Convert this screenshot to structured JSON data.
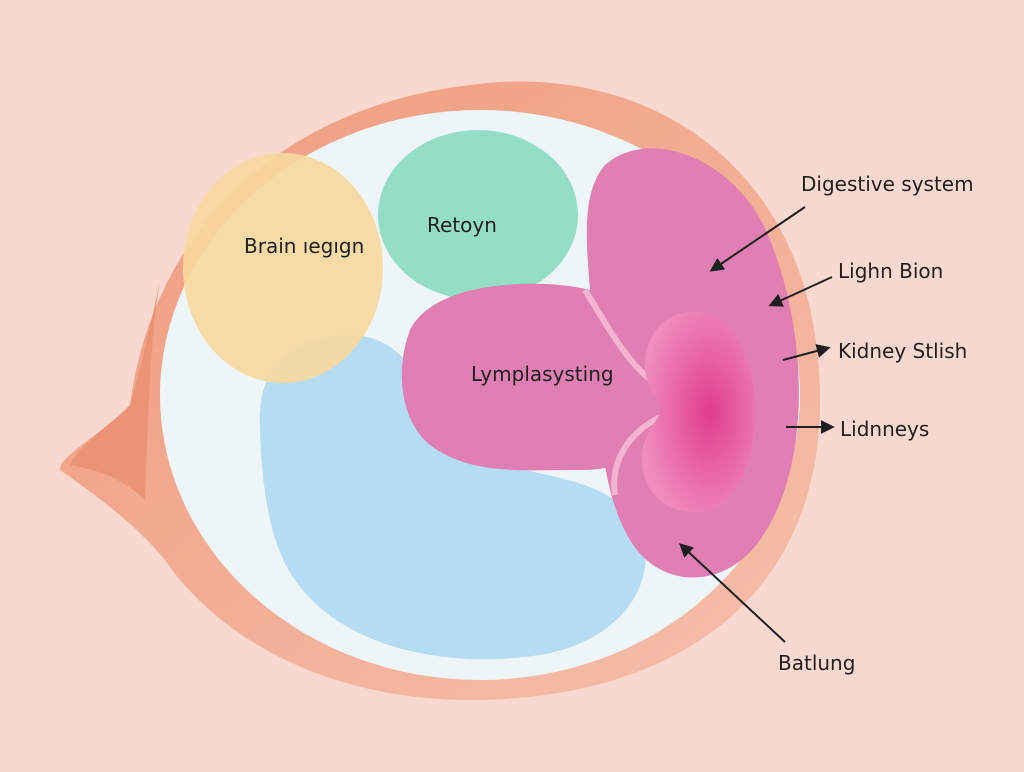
{
  "diagram": {
    "region_labels": {
      "brain": "Brain ıegıgn",
      "retoyn": "Retoyn",
      "lymph": "Lymplasysting"
    },
    "callouts": {
      "digestive": "Digestive system",
      "lighn": "Lighn Bion",
      "kidney_stlish": "Kidney Stlish",
      "lidnneys": "Lidnneys",
      "batlung": "Batlung"
    },
    "colors": {
      "background": "#f9d9cf",
      "outer_rim": "#f2a88c",
      "inner_field": "#eef5f8",
      "brain_region": "#f7d8a0",
      "retoyn_region": "#8fdcc3",
      "lymph_region": "#e07fb4",
      "lower_region": "#b5dcf2",
      "kidney_region": "#e65a9e",
      "arrow": "#1f1f1f"
    }
  }
}
